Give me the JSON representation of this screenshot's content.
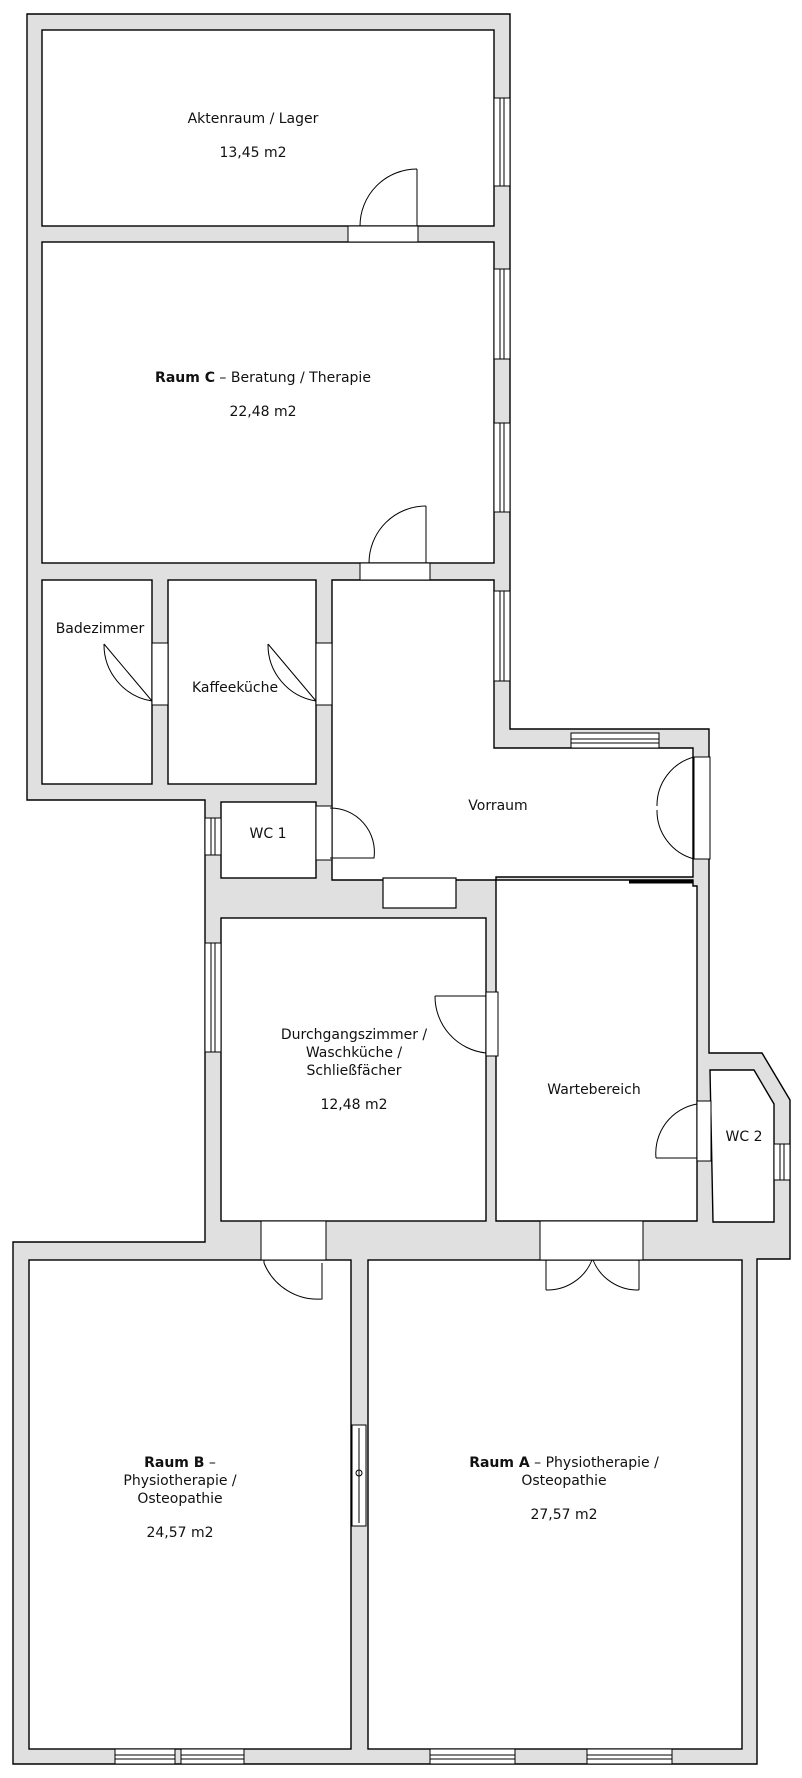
{
  "rooms": {
    "akten": {
      "name": "Aktenraum / Lager",
      "area": "13,45 m2"
    },
    "raum_c": {
      "bold": "Raum C",
      "rest": " – Beratung / Therapie",
      "area": "22,48 m2"
    },
    "bad": {
      "name": "Badezimmer"
    },
    "kaffee": {
      "name": "Kaffeeküche"
    },
    "vorraum": {
      "name": "Vorraum"
    },
    "wc1": {
      "name": "WC 1"
    },
    "durchgang": {
      "line1": "Durchgangszimmer /",
      "line2": "Waschküche /",
      "line3": "Schließfächer",
      "area": "12,48 m2"
    },
    "warte": {
      "name": "Wartebereich"
    },
    "wc2": {
      "name": "WC 2"
    },
    "raum_b": {
      "bold": "Raum B",
      "rest": " –",
      "line2": "Physiotherapie /",
      "line3": "Osteopathie",
      "area": "24,57 m2"
    },
    "raum_a": {
      "bold": "Raum A",
      "rest": " – Physiotherapie /",
      "line2": "Osteopathie",
      "area": "27,57 m2"
    }
  }
}
